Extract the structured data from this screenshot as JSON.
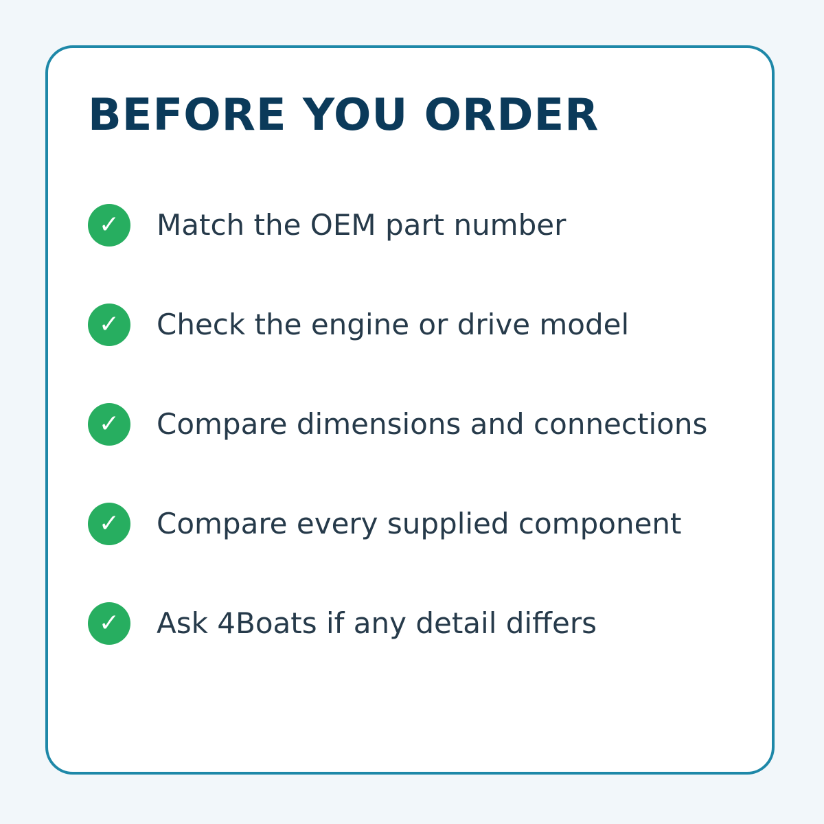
{
  "card": {
    "title": "BEFORE YOU ORDER"
  },
  "checklist": {
    "icon": "checkmark-icon",
    "icon_glyph": "✓",
    "icon_color": "#27ae60",
    "items": [
      {
        "label": "Match the OEM part number"
      },
      {
        "label": "Check the engine or drive model"
      },
      {
        "label": "Compare dimensions and connections"
      },
      {
        "label": "Compare every supplied component"
      },
      {
        "label": "Ask 4Boats if any detail differs"
      }
    ]
  },
  "colors": {
    "background": "#f2f7fa",
    "card_border": "#1e88a8",
    "title": "#0b3a5a",
    "text": "#263a4a"
  }
}
